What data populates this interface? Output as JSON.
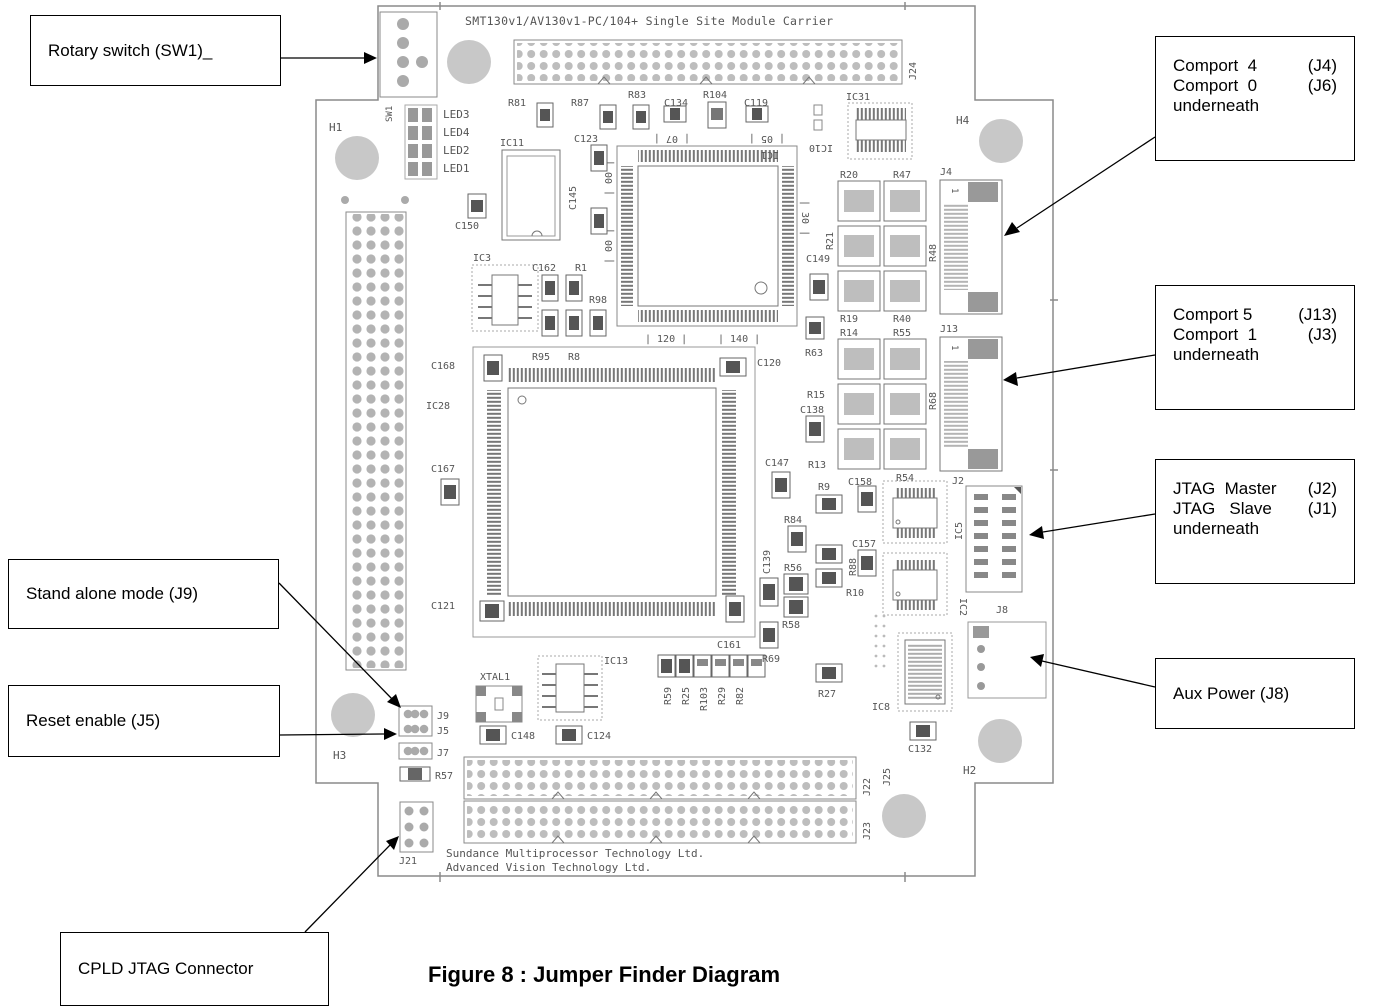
{
  "figure_caption": "Figure 8 : Jumper Finder Diagram",
  "board": {
    "title": "SMT130v1/AV130v1-PC/104+ Single Site Module Carrier",
    "silk_bottom_1": "Sundance Multiprocessor Technology Ltd.",
    "silk_bottom_2": "Advanced Vision Technology Ltd.",
    "labels": {
      "sw1": "SW1",
      "led3": "LED3",
      "led4": "LED4",
      "led2": "LED2",
      "led1": "LED1",
      "h1": "H1",
      "h2": "H2",
      "h3": "H3",
      "h4": "H4",
      "ic11": "IC11",
      "ic3": "IC3",
      "ic1": "IC1",
      "ic31": "IC31",
      "ic10": "IC10",
      "ic28": "IC28",
      "ic13": "IC13",
      "ic5": "IC5",
      "ic2": "IC2",
      "ic8": "IC8",
      "j24": "J24",
      "j4": "J4",
      "j13": "J13",
      "j2": "J2",
      "j8": "J8",
      "j9": "J9",
      "j5": "J5",
      "j7": "J7",
      "j21": "J21",
      "j22": "J22",
      "j23": "J23",
      "j25": "J25",
      "r81": "R81",
      "r87": "R87",
      "r83": "R83",
      "c134": "C134",
      "r104": "R104",
      "c119": "C119",
      "c123": "C123",
      "c145": "C145",
      "c150": "C150",
      "c162": "C162",
      "r1": "R1",
      "r98": "R98",
      "r20": "R20",
      "r47": "R47",
      "r21": "R21",
      "r48": "R48",
      "c149": "C149",
      "r19": "R19",
      "r40": "R40",
      "r14": "R14",
      "r55": "R55",
      "r15": "R15",
      "c138": "C138",
      "r13": "R13",
      "r68": "R68",
      "r63": "R63",
      "c168": "C168",
      "r95": "R95",
      "r8": "R8",
      "c120": "C120",
      "c167": "C167",
      "c121": "C121",
      "c147": "C147",
      "r9": "R9",
      "c158": "C158",
      "r54": "R54",
      "r84": "R84",
      "c157": "C157",
      "r56": "R56",
      "r88": "R88",
      "r10": "R10",
      "c139": "C139",
      "r58": "R58",
      "r69": "R69",
      "c161": "C161",
      "r27": "R27",
      "xtal1": "XTAL1",
      "c148": "C148",
      "c124": "C124",
      "r59": "R59",
      "r25": "R25",
      "r103": "R103",
      "r29": "R29",
      "r82": "R82",
      "c132": "C132",
      "r57": "R57",
      "pin1": "1",
      "pin1b": "1",
      "m07": "| 07 |",
      "m05": "| 05 |",
      "m30": "| 30 |",
      "m00a": "| 00 |",
      "m00b": "| 00 |",
      "m120": "| 120 |",
      "m140": "| 140 |"
    }
  },
  "callouts": {
    "rotary_switch": "Rotary switch (SW1)_",
    "comport_4": {
      "line1_left": "Comport  4",
      "line1_right": "(J4)",
      "line2_left": "Comport  0",
      "line2_right": "(J6)",
      "line3": "underneath"
    },
    "comport_5": {
      "line1_left": "Comport 5",
      "line1_right": "(J13)",
      "line2_left": "Comport  1",
      "line2_right": "(J3)",
      "line3": "underneath"
    },
    "jtag": {
      "line1_left": "JTAG  Master",
      "line1_right": "(J2)",
      "line2_left": "JTAG   Slave",
      "line2_right": "(J1)",
      "line3": "underneath"
    },
    "aux_power": "Aux Power (J8)",
    "stand_alone": "Stand alone mode (J9)",
    "reset_enable": "Reset enable (J5)",
    "cpld_jtag": "CPLD JTAG Connector"
  }
}
